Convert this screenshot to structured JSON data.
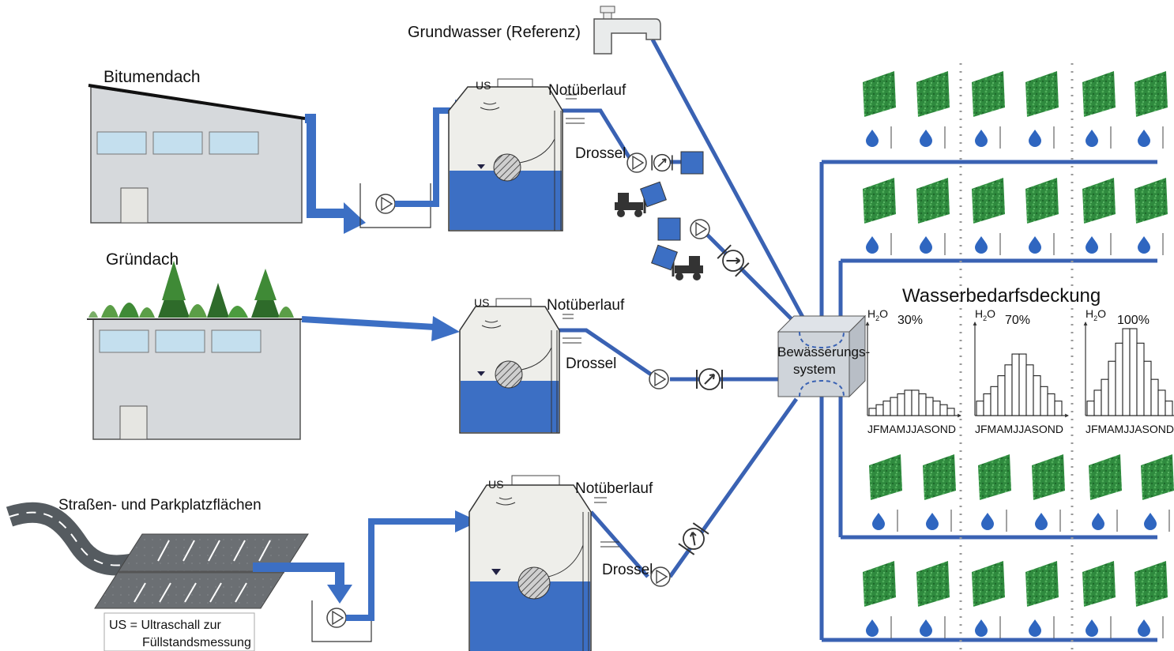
{
  "colors": {
    "water": "#3c6fc4",
    "pipe": "#3a62b3",
    "building": "#d6d9dc",
    "window": "#c4dfee",
    "tank": "#eeeeea",
    "tree_dark": "#2e6b2a",
    "tree_light": "#5b9e47",
    "vertical_garden": "#2f8a3e",
    "drop": "#2f66c0"
  },
  "sources": {
    "groundwater": "Grundwasser (Referenz)",
    "bitumen_roof": "Bitumendach",
    "green_roof": "Gründach",
    "streets": "Straßen- und Parkplatzflächen"
  },
  "tank": {
    "us": "US",
    "overflow": "Notüberlauf",
    "throttle": "Drossel"
  },
  "irrigation_system": {
    "line1": "Bewässerungs-",
    "line2": "system"
  },
  "legend": {
    "line1": "US = Ultraschall zur",
    "line2": "Füllstandsmessung"
  },
  "demand": {
    "title": "Wasserbedarfsdeckung",
    "axis_label": "H2O",
    "months": "JFMAMJJASOND",
    "panels": [
      {
        "coverage": "30%",
        "values": [
          1,
          1.5,
          2,
          2.5,
          3,
          3.5,
          3.5,
          3,
          2.5,
          2,
          1.5,
          1
        ]
      },
      {
        "coverage": "70%",
        "values": [
          2,
          3,
          4,
          5.5,
          7,
          8.5,
          8.5,
          7,
          5.5,
          4,
          3,
          2
        ]
      },
      {
        "coverage": "100%",
        "values": [
          2,
          3.5,
          5,
          7.5,
          10,
          12,
          12,
          10,
          7.5,
          5,
          3.5,
          2
        ]
      }
    ]
  }
}
